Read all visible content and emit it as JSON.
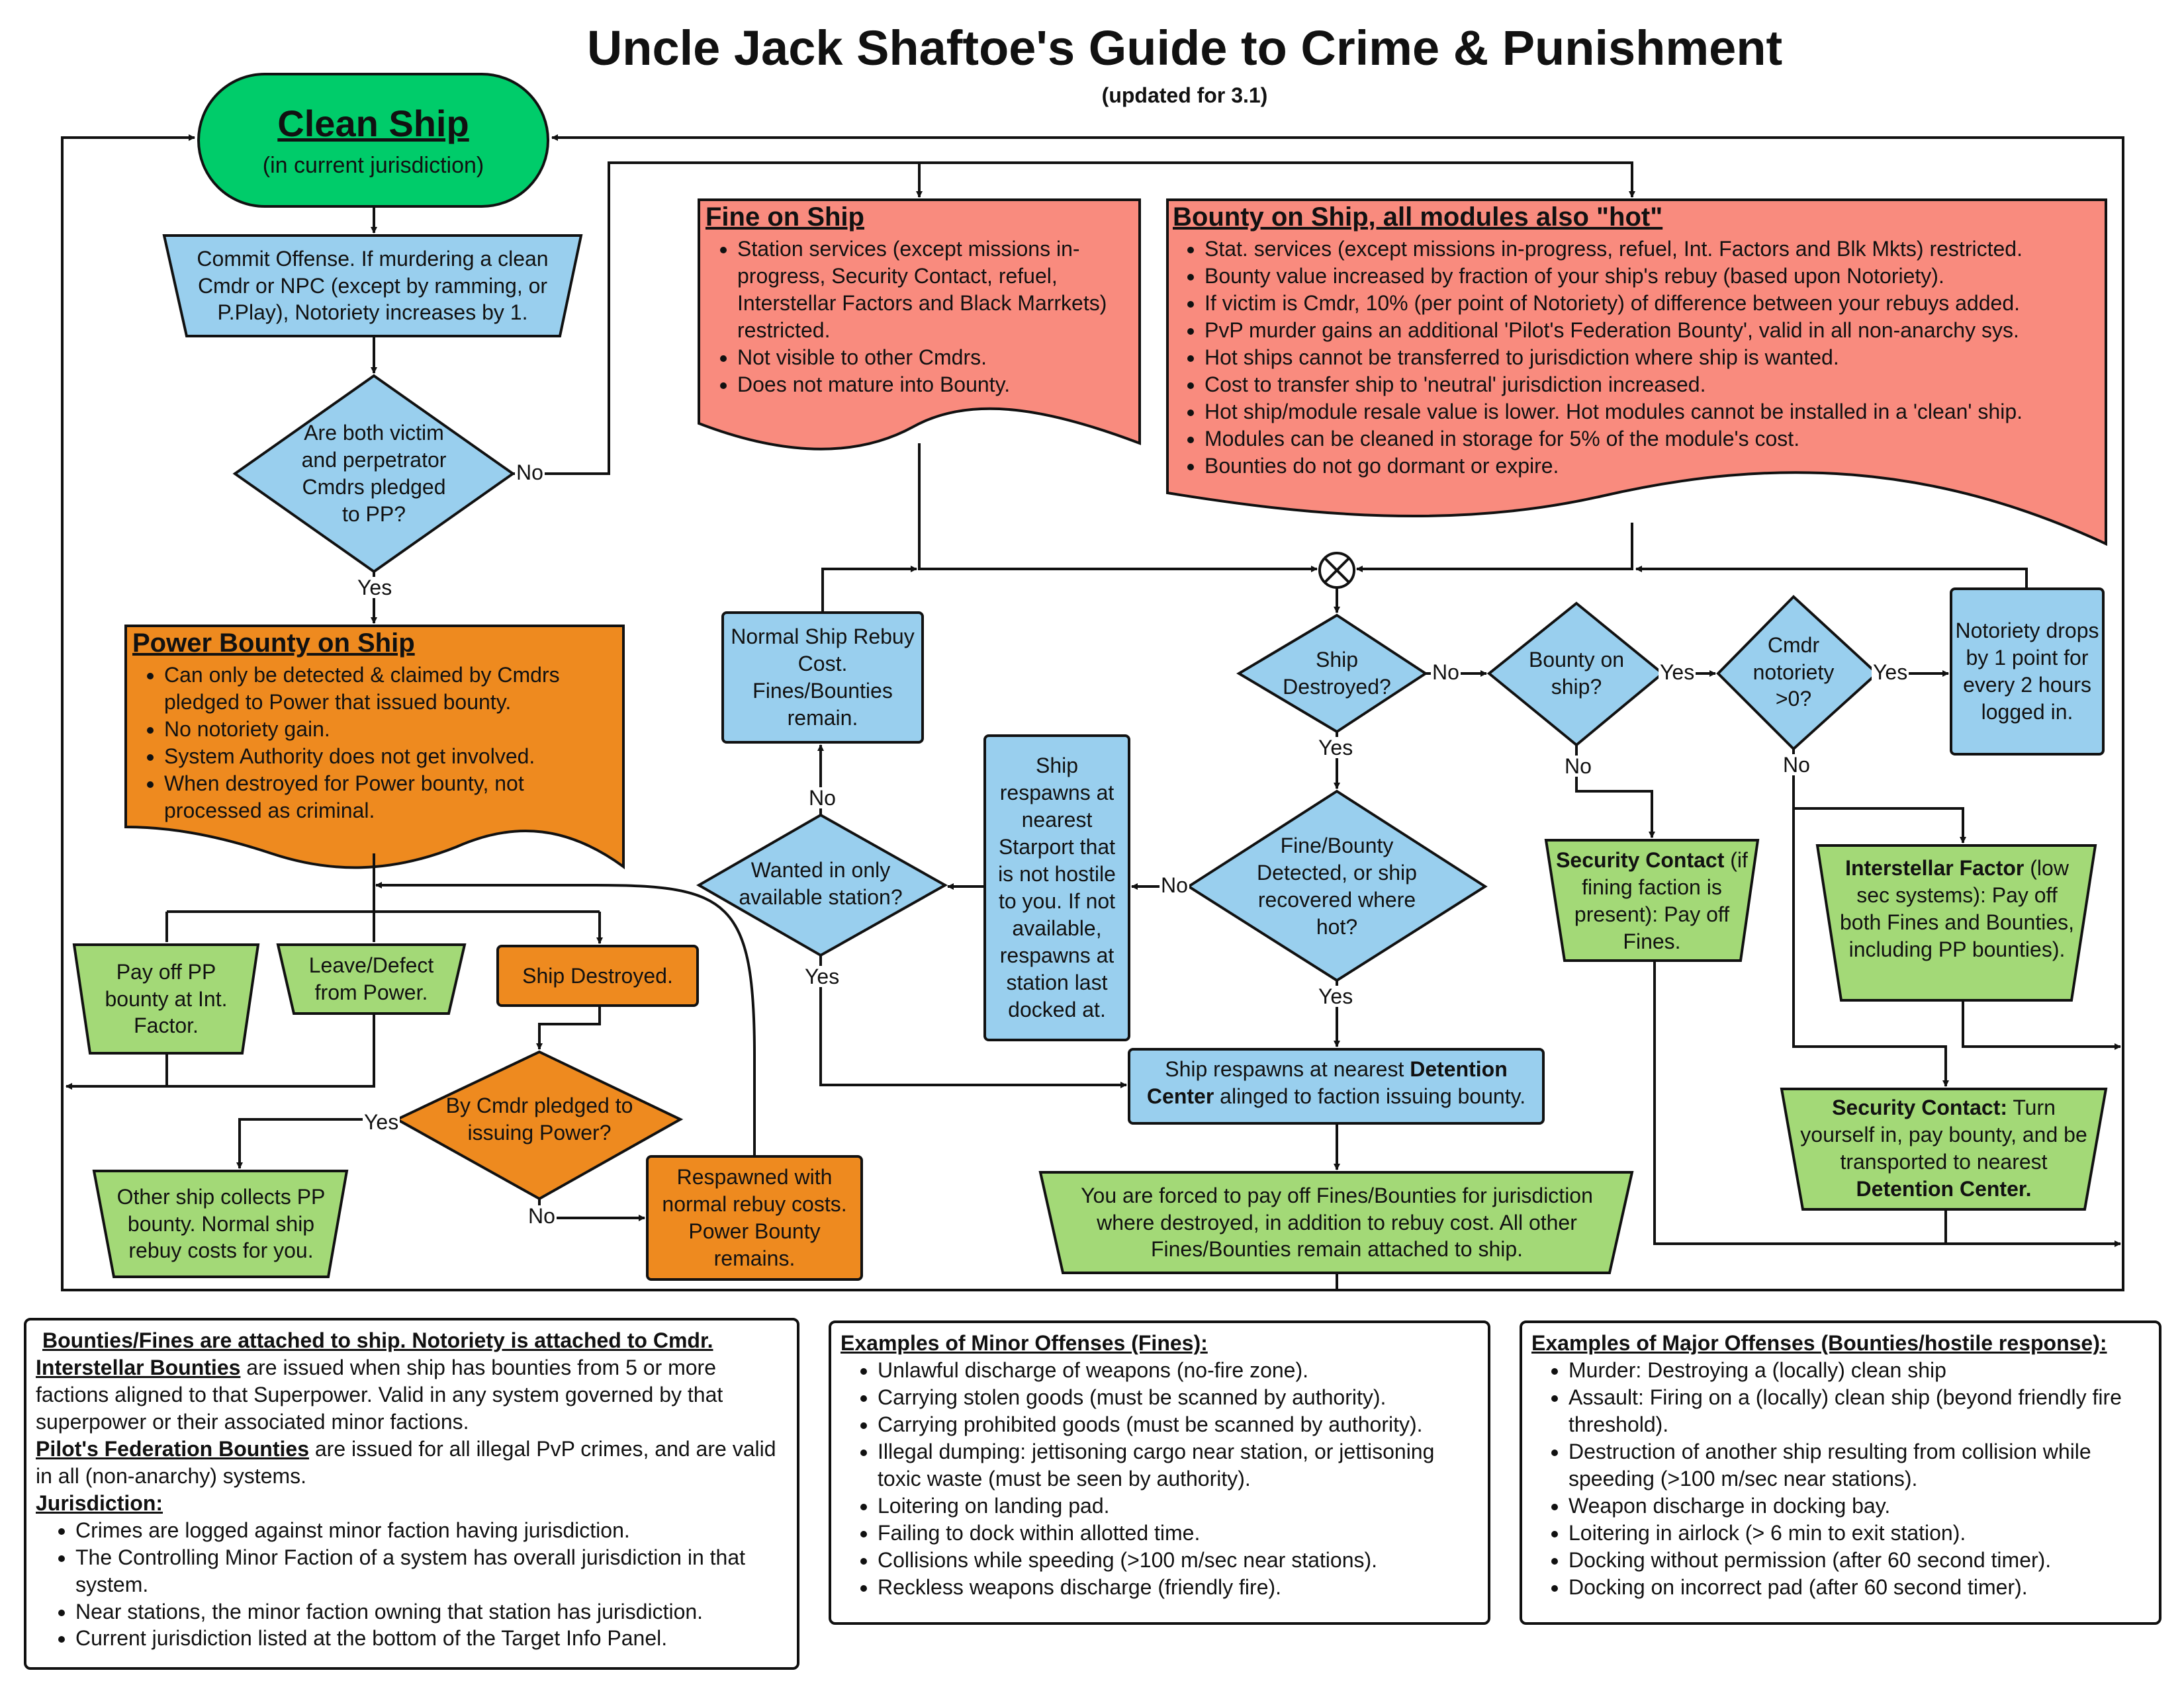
{
  "title": "Uncle Jack Shaftoe's Guide to Crime & Punishment",
  "subtitle": "(updated for 3.1)",
  "colors": {
    "green_dark": "#00cc6a",
    "blue": "#99cfee",
    "salmon": "#f98b7e",
    "orange": "#ee8a1f",
    "green_light": "#a3d977",
    "line": "#111111"
  },
  "nodes": {
    "clean_ship": {
      "head": "Clean Ship",
      "sub": "(in current jurisdiction)"
    },
    "commit": "Commit Offense. If murdering a clean Cmdr or NPC (except by ramming, or P.Play), Notoriety increases by 1.",
    "pledged": "Are both victim and perpetrator Cmdrs pledged to PP?",
    "fine": {
      "head": "Fine on Ship",
      "items": [
        "Station services (except missions in-progress, Security Contact, refuel, Interstellar Factors and Black Marrkets) restricted.",
        "Not visible to other Cmdrs.",
        "Does not mature into Bounty."
      ]
    },
    "bounty": {
      "head": "Bounty on Ship, all modules also \"hot\"",
      "items": [
        "Stat. services (except missions in-progress, refuel, Int. Factors and Blk Mkts) restricted.",
        "Bounty value increased by fraction of your ship's rebuy (based upon Notoriety).",
        "If victim is Cmdr, 10% (per point of Notoriety) of difference between your rebuys added.",
        "PvP murder gains an additional 'Pilot's Federation Bounty', valid in all non-anarchy sys.",
        "Hot ships cannot be transferred to jurisdiction where ship is wanted.",
        "Cost to transfer ship to 'neutral' jurisdiction increased.",
        "Hot ship/module resale value is lower. Hot modules cannot be installed in a 'clean' ship.",
        "Modules can be cleaned in storage for 5% of the module's cost.",
        "Bounties do not go dormant or expire."
      ]
    },
    "power": {
      "head": "Power Bounty on Ship",
      "items": [
        "Can only be detected & claimed by Cmdrs pledged to Power that issued bounty.",
        "No notoriety gain.",
        "System Authority does not get involved.",
        "When destroyed for Power bounty, not processed as criminal."
      ]
    },
    "payoff_pp": "Pay off PP bounty at Int. Factor.",
    "leave": "Leave/Defect from Power.",
    "destroyed_pp": "Ship Destroyed.",
    "by_cmdr": "By Cmdr pledged to issuing Power?",
    "other_ship": "Other ship collects PP bounty. Normal ship rebuy costs for you.",
    "respawned": "Respawned with normal rebuy costs. Power Bounty remains.",
    "normal_rebuy": "Normal Ship Rebuy Cost. Fines/Bounties remain.",
    "wanted_only": "Wanted in only available station?",
    "respawn_nearest": "Ship respawns at nearest Starport that is not hostile to you. If not available, respawns at station last docked at.",
    "ship_destroyed": "Ship Destroyed?",
    "fine_detected": "Fine/Bounty Detected, or ship recovered where hot?",
    "bounty_on_ship": "Bounty on ship?",
    "cmdr_notoriety": "Cmdr notoriety >0?",
    "notoriety_drops": "Notoriety drops by 1 point for every 2 hours logged in.",
    "detention": {
      "pre": "Ship respawns at nearest ",
      "bold": "Detention Center",
      "post": " alinged to faction issuing bounty."
    },
    "forced_pay": "You are forced to pay off Fines/Bounties for jurisdiction where destroyed, in addition to rebuy cost. All other Fines/Bounties remain attached to ship.",
    "security_contact": {
      "bold": "Security Contact",
      "rest": " (if fining faction is present): Pay off Fines."
    },
    "interstellar": {
      "bold": "Interstellar Factor",
      "rest": " (low sec systems): Pay off both Fines and Bounties, including PP bounties)."
    },
    "security_turn": {
      "bold": "Security Contact:",
      "rest": " Turn yourself in, pay bounty, and be transported to nearest ",
      "bold2": "Detention Center."
    }
  },
  "labels": {
    "yes": "Yes",
    "no": "No"
  },
  "notes": {
    "left": {
      "heading": "Bounties/Fines are attached to ship. Notoriety is attached to Cmdr.",
      "p1_head": "Interstellar Bounties",
      "p1_rest": " are issued when ship has bounties from 5 or more factions aligned to that Superpower. Valid in any system governed by that superpower or their associated minor factions.",
      "p2_head": "Pilot's Federation Bounties",
      "p2_rest": " are issued for all illegal PvP crimes, and are valid in all (non-anarchy) systems.",
      "p3_head": "Jurisdiction:",
      "items": [
        "Crimes are logged against minor faction having jurisdiction.",
        "The Controlling Minor Faction of a system has overall jurisdiction in that system.",
        "Near stations, the minor faction owning that station has jurisdiction.",
        "Current jurisdiction listed at the bottom of the Target Info Panel."
      ]
    },
    "minor": {
      "heading": "Examples of Minor Offenses (Fines):",
      "items": [
        "Unlawful discharge of weapons (no-fire zone).",
        "Carrying stolen goods (must be scanned by authority).",
        "Carrying prohibited goods (must be scanned by authority).",
        "Illegal dumping: jettisoning cargo near station, or jettisoning toxic waste (must be seen by authority).",
        "Loitering on landing pad.",
        "Failing to dock within allotted time.",
        "Collisions while speeding (>100 m/sec near stations).",
        "Reckless weapons discharge (friendly fire)."
      ]
    },
    "major": {
      "heading": "Examples of Major Offenses (Bounties/hostile response):",
      "items": [
        "Murder: Destroying a (locally) clean ship",
        "Assault: Firing on a (locally) clean ship (beyond friendly fire threshold).",
        "Destruction of another ship resulting from collision while speeding (>100 m/sec near stations).",
        "Weapon discharge in docking bay.",
        "Loitering in airlock (> 6 min to exit station).",
        "Docking without permission (after 60 second timer).",
        "Docking on incorrect pad (after 60 second timer)."
      ]
    }
  }
}
